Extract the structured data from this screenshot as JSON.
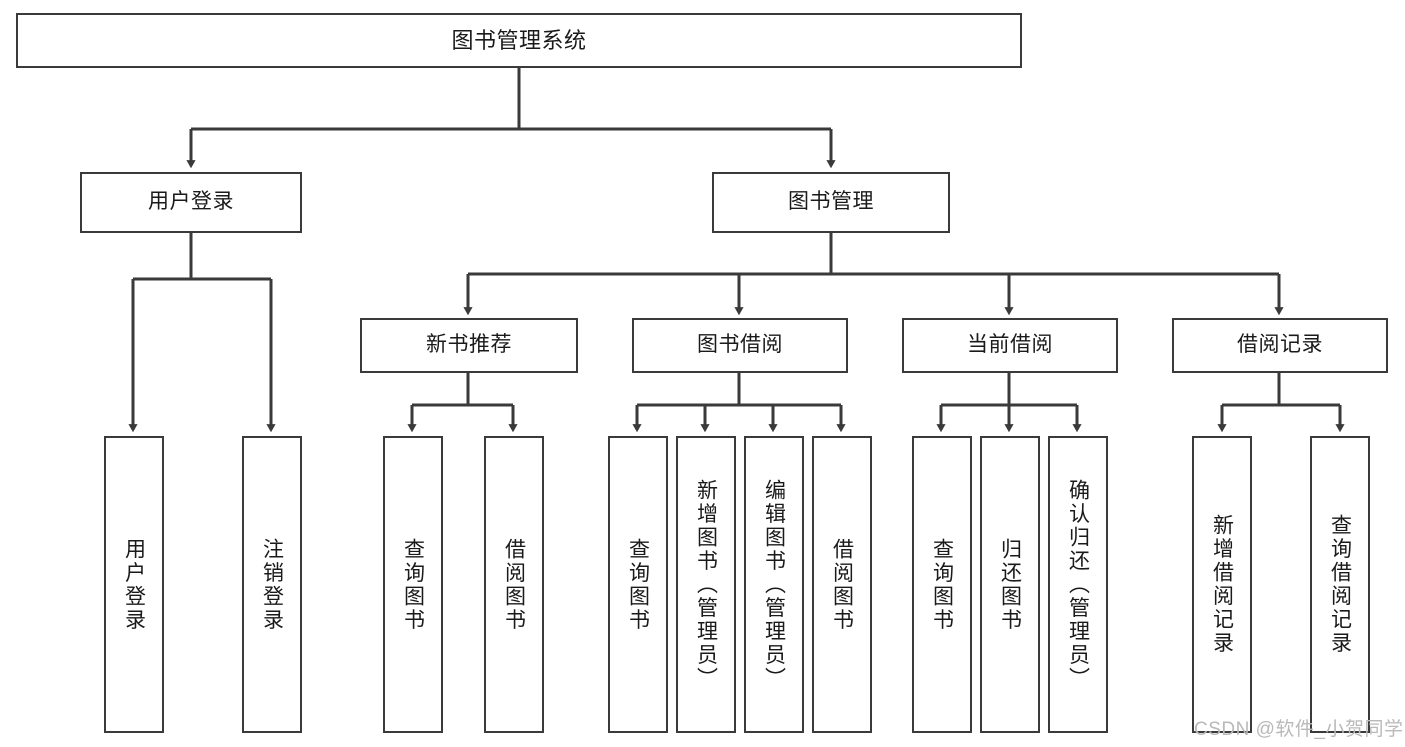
{
  "diagram": {
    "title": "图书管理系统",
    "type": "hierarchy-tree",
    "colors": {
      "stroke": "#3a3a3a",
      "fill": "#ffffff",
      "text": "#1a1a1a",
      "watermark": "#b9b9b9"
    },
    "root": {
      "label": "图书管理系统"
    },
    "level1": [
      {
        "label": "用户登录"
      },
      {
        "label": "图书管理"
      }
    ],
    "level2": [
      {
        "label": "新书推荐"
      },
      {
        "label": "图书借阅"
      },
      {
        "label": "当前借阅"
      },
      {
        "label": "借阅记录"
      }
    ],
    "leaves": {
      "user_login": [
        {
          "label": "用户登录"
        },
        {
          "label": "注销登录"
        }
      ],
      "new_book": [
        {
          "label": "查询图书"
        },
        {
          "label": "借阅图书"
        }
      ],
      "book_borrow": [
        {
          "label": "查询图书"
        },
        {
          "label": "新增图书（管理员）"
        },
        {
          "label": "编辑图书（管理员）"
        },
        {
          "label": "借阅图书"
        }
      ],
      "current_borrow": [
        {
          "label": "查询图书"
        },
        {
          "label": "归还图书"
        },
        {
          "label": "确认归还（管理员）"
        }
      ],
      "borrow_record": [
        {
          "label": "新增借阅记录"
        },
        {
          "label": "查询借阅记录"
        }
      ]
    }
  },
  "watermark": {
    "text": "CSDN @软件_小贺同学"
  }
}
